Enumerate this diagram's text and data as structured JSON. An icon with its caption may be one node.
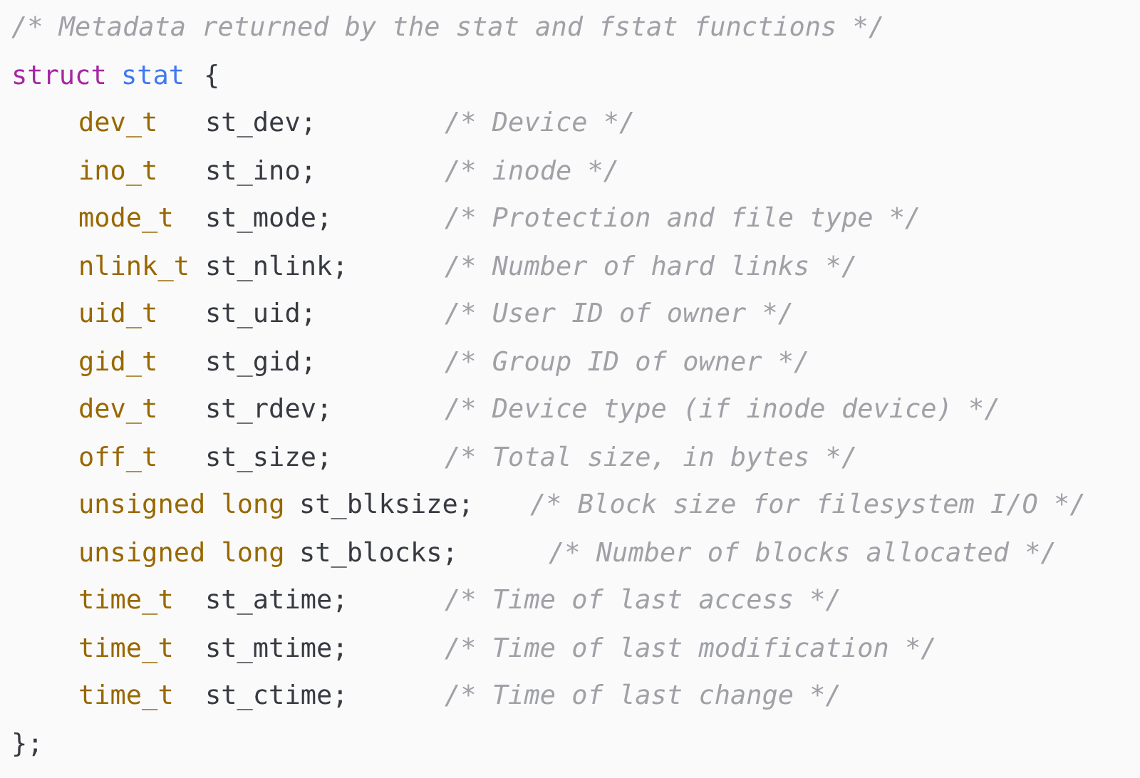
{
  "diagram": {
    "labels": [
      "/* Metadata returned by the stat and fstat functions */",
      "struct",
      "stat",
      "{",
      "dev_t",
      "st_dev;",
      "/* Device */",
      "ino_t",
      "st_ino;",
      "/* inode */",
      "mode_t",
      "st_mode;",
      "/* Protection and file type */",
      "nlink_t",
      "st_nlink;",
      "/* Number of hard links */",
      "uid_t",
      "st_uid;",
      "/* User ID of owner */",
      "gid_t",
      "st_gid;",
      "/* Group ID of owner */",
      "dev_t",
      "st_rdev;",
      "/* Device type (if inode device) */",
      "off_t",
      "st_size;",
      "/* Total size, in bytes */",
      "unsigned long",
      "st_blksize;",
      "/* Block size for filesystem I/O */",
      "unsigned long",
      "st_blocks;",
      "/* Number of blocks allocated */",
      "time_t",
      "st_atime;",
      "/* Time of last access */",
      "time_t",
      "st_mtime;",
      "/* Time of last modification */",
      "time_t",
      "st_ctime;",
      "/* Time of last change */",
      "};"
    ]
  }
}
